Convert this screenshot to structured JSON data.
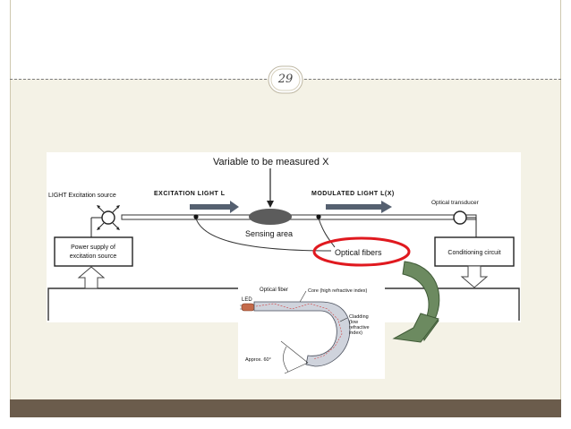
{
  "slide": {
    "page_number": "29",
    "colors": {
      "panel": "#f4f2e6",
      "footer": "#6b5c4c",
      "highlight": "#e0191f",
      "arrow_fill": "#6c8a60"
    }
  },
  "diagram": {
    "variable_label": "Variable to be measured   X",
    "light_source_label": "LIGHT Excitation source",
    "excitation_label": "EXCITATION LIGHT    L",
    "modulated_label": "MODULATED LIGHT    L(X)",
    "transducer_label": "Optical transducer",
    "sensing_area_label": "Sensing area",
    "optical_fibers_label": "Optical fibers",
    "power_supply_line1": "Power supply of",
    "power_supply_line2": "excitation source",
    "conditioning_label": "Conditioning circuit"
  },
  "inset": {
    "optical_fiber_label": "Optical fiber",
    "core_label": "Core (high refractive index)",
    "led_label": "LED",
    "cladding_line1": "Cladding",
    "cladding_line2": "(low",
    "cladding_line3": "refractive",
    "cladding_line4": "index)",
    "angle_label": "Approx. 60°"
  }
}
